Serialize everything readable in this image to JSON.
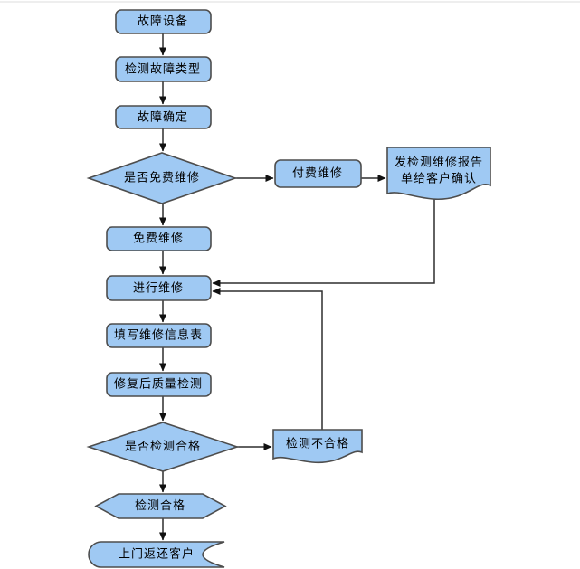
{
  "diagram_type": "flowchart",
  "colors": {
    "node_fill": "#9FC9F3",
    "node_border": "#4d4d4d",
    "connector": "#2e2e2e",
    "text": "#000000"
  },
  "nodes": {
    "faulty_device": {
      "shape": "rounded-rect",
      "label": "故障设备"
    },
    "detect_fault_type": {
      "shape": "rounded-rect",
      "label": "检测故障类型"
    },
    "fault_confirmed": {
      "shape": "rounded-rect",
      "label": "故障确定"
    },
    "is_free_repair": {
      "shape": "diamond",
      "label": "是否免费维修"
    },
    "paid_repair": {
      "shape": "rounded-rect",
      "label": "付费维修"
    },
    "send_report": {
      "shape": "document",
      "label": "发检测维修报告单给客户确认",
      "line1": "发检测维修报告",
      "line2": "单给客户确认"
    },
    "free_repair": {
      "shape": "rounded-rect",
      "label": "免费维修"
    },
    "do_repair": {
      "shape": "rounded-rect",
      "label": "进行维修"
    },
    "fill_repair_form": {
      "shape": "rounded-rect",
      "label": "填写维修信息表"
    },
    "quality_check": {
      "shape": "rounded-rect",
      "label": "修复后质量检测"
    },
    "is_check_passed": {
      "shape": "diamond",
      "label": "是否检测合格"
    },
    "check_failed": {
      "shape": "document",
      "label": "检测不合格"
    },
    "check_passed": {
      "shape": "hexagon",
      "label": "检测合格"
    },
    "return_to_customer": {
      "shape": "stored-data",
      "label": "上门返还客户"
    }
  },
  "edges": [
    {
      "from": "faulty_device",
      "to": "detect_fault_type"
    },
    {
      "from": "detect_fault_type",
      "to": "fault_confirmed"
    },
    {
      "from": "fault_confirmed",
      "to": "is_free_repair"
    },
    {
      "from": "is_free_repair",
      "to": "paid_repair"
    },
    {
      "from": "paid_repair",
      "to": "send_report"
    },
    {
      "from": "send_report",
      "to": "do_repair"
    },
    {
      "from": "is_free_repair",
      "to": "free_repair"
    },
    {
      "from": "free_repair",
      "to": "do_repair"
    },
    {
      "from": "do_repair",
      "to": "fill_repair_form"
    },
    {
      "from": "fill_repair_form",
      "to": "quality_check"
    },
    {
      "from": "quality_check",
      "to": "is_check_passed"
    },
    {
      "from": "is_check_passed",
      "to": "check_failed"
    },
    {
      "from": "check_failed",
      "to": "do_repair"
    },
    {
      "from": "is_check_passed",
      "to": "check_passed"
    },
    {
      "from": "check_passed",
      "to": "return_to_customer"
    }
  ]
}
